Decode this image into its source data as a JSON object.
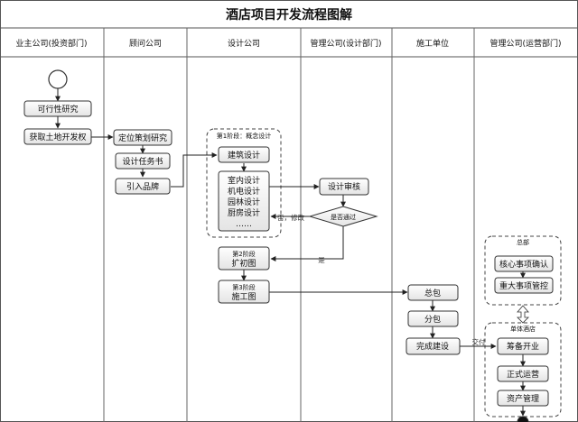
{
  "title": "酒店项目开发流程图解",
  "lanes": [
    "业主公司(投资部门)",
    "顾问公司",
    "设计公司",
    "管理公司(设计部门)",
    "施工单位",
    "管理公司(运营部门)"
  ],
  "nodes": {
    "feasibility": "可行性研究",
    "land": "获取土地开发权",
    "positioning": "定位策划研究",
    "design_brief": "设计任务书",
    "brand": "引入品牌",
    "phase1_label": "第1阶段：概念设计",
    "arch_design": "建筑设计",
    "detail_lines": [
      "室内设计",
      "机电设计",
      "园林设计",
      "厨房设计",
      "……"
    ],
    "design_review": "设计审核",
    "pass_check": "是否通过",
    "phase2_title": "第2阶段",
    "phase2_sub": "扩初图",
    "phase3_title": "第3阶段",
    "phase3_sub": "施工图",
    "general_contract": "总包",
    "sub_contract": "分包",
    "complete": "完成建设",
    "hq_label": "总部",
    "core_confirm": "核心事项确认",
    "major_control": "重大事项管控",
    "single_hotel_label": "单体酒店",
    "preparation": "筹备开业",
    "operation": "正式运营",
    "asset": "资产管理"
  },
  "edge_labels": {
    "no_revise": "否，修改",
    "yes": "是",
    "handover": "交付"
  }
}
